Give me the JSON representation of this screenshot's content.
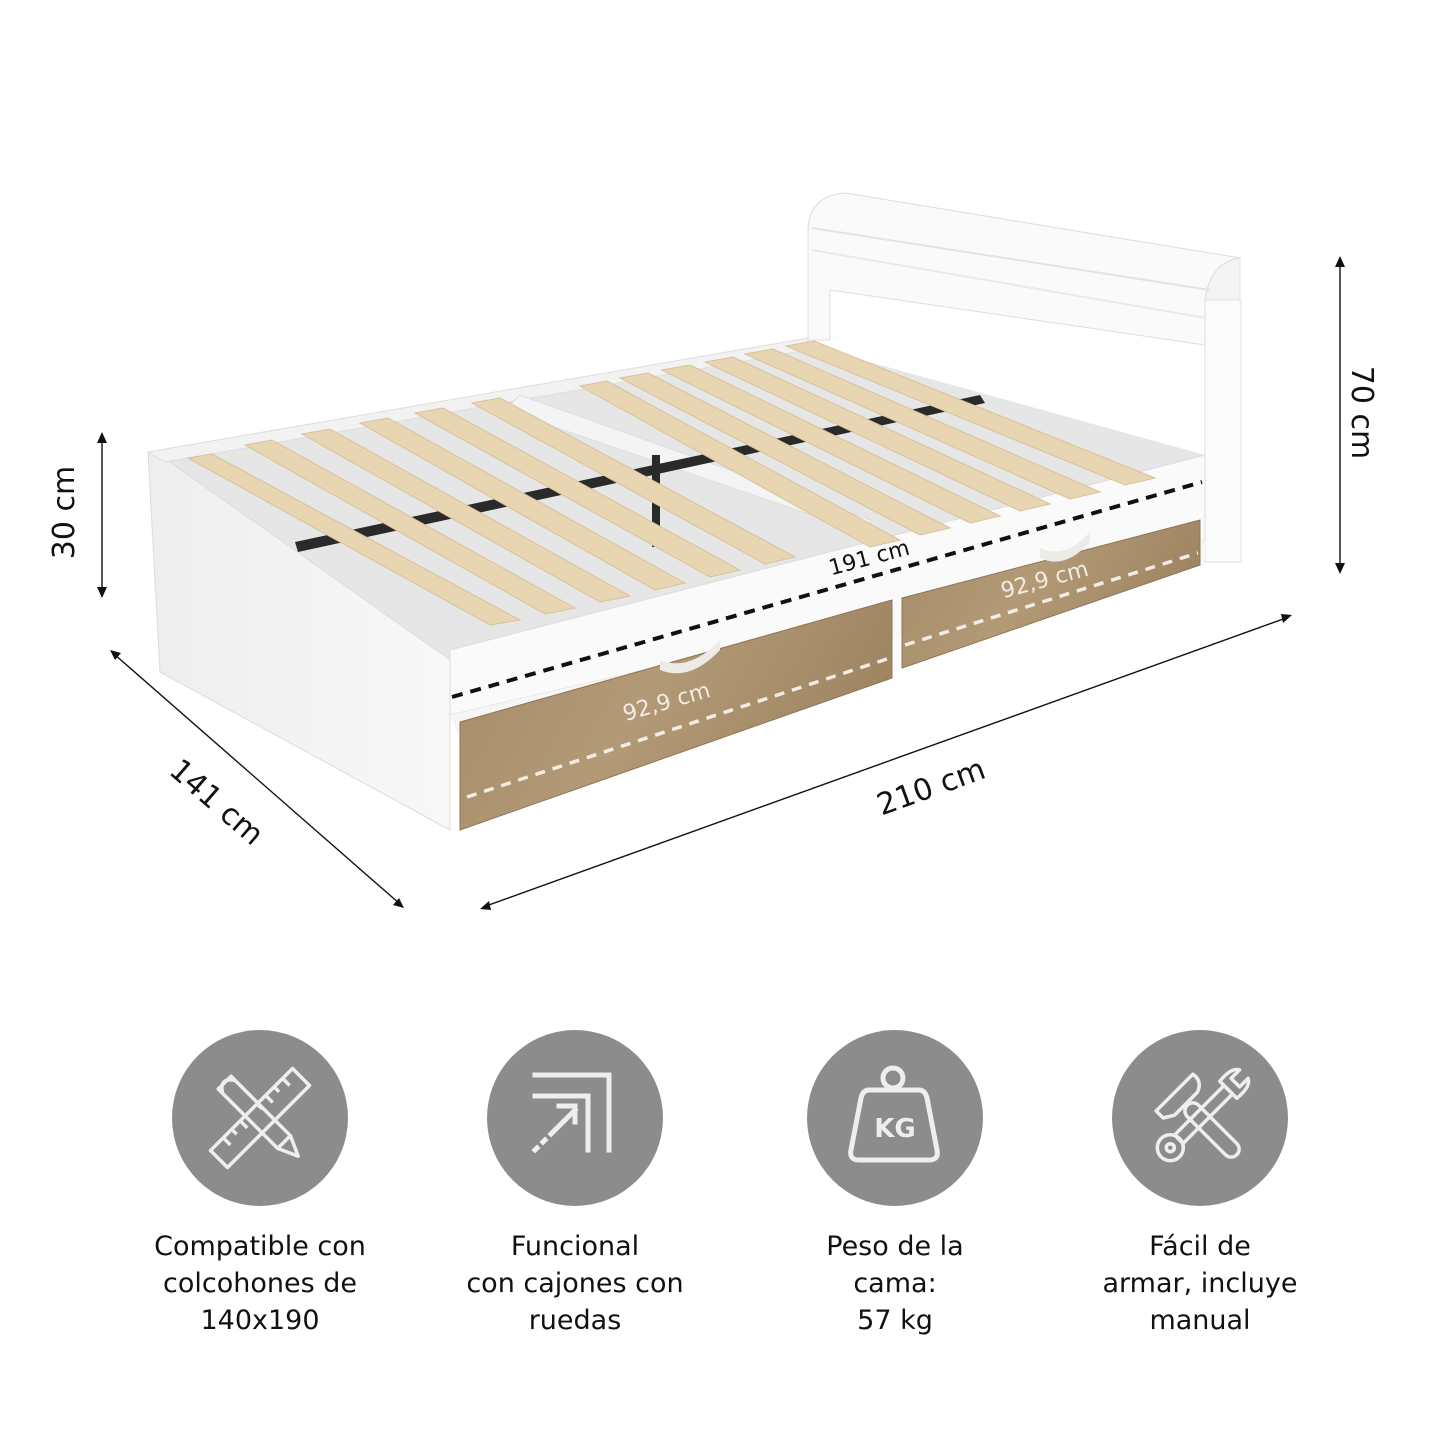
{
  "product_diagram": {
    "subject": "bed-with-headboard-shelf-and-two-drawers",
    "colors": {
      "frame": "#f7f7f7",
      "slat": "#e8d6b3",
      "drawer_wood": "#a88f6c",
      "support_bar": "#2a2a2a",
      "circle_bg": "#8c8c8c",
      "icon_stroke": "#eeeeee"
    },
    "dimensions": {
      "bed_height": "30 cm",
      "headboard_height": "70 cm",
      "width": "141 cm",
      "length": "210 cm",
      "inner_length": "191 cm",
      "drawer_left": "92,9 cm",
      "drawer_right": "92,9 cm"
    }
  },
  "features": [
    {
      "icon": "ruler-pencil-icon",
      "lines": [
        "Compatible con",
        "colcohones de",
        "140x190"
      ]
    },
    {
      "icon": "expand-arrow-icon",
      "lines": [
        "Funcional",
        "con cajones con",
        "ruedas"
      ]
    },
    {
      "icon": "kg-weight-icon",
      "icon_text": "KG",
      "lines": [
        "Peso de la",
        "cama:",
        "57 kg"
      ]
    },
    {
      "icon": "hammer-wrench-icon",
      "lines": [
        "Fácil de",
        "armar, incluye",
        "manual"
      ]
    }
  ]
}
